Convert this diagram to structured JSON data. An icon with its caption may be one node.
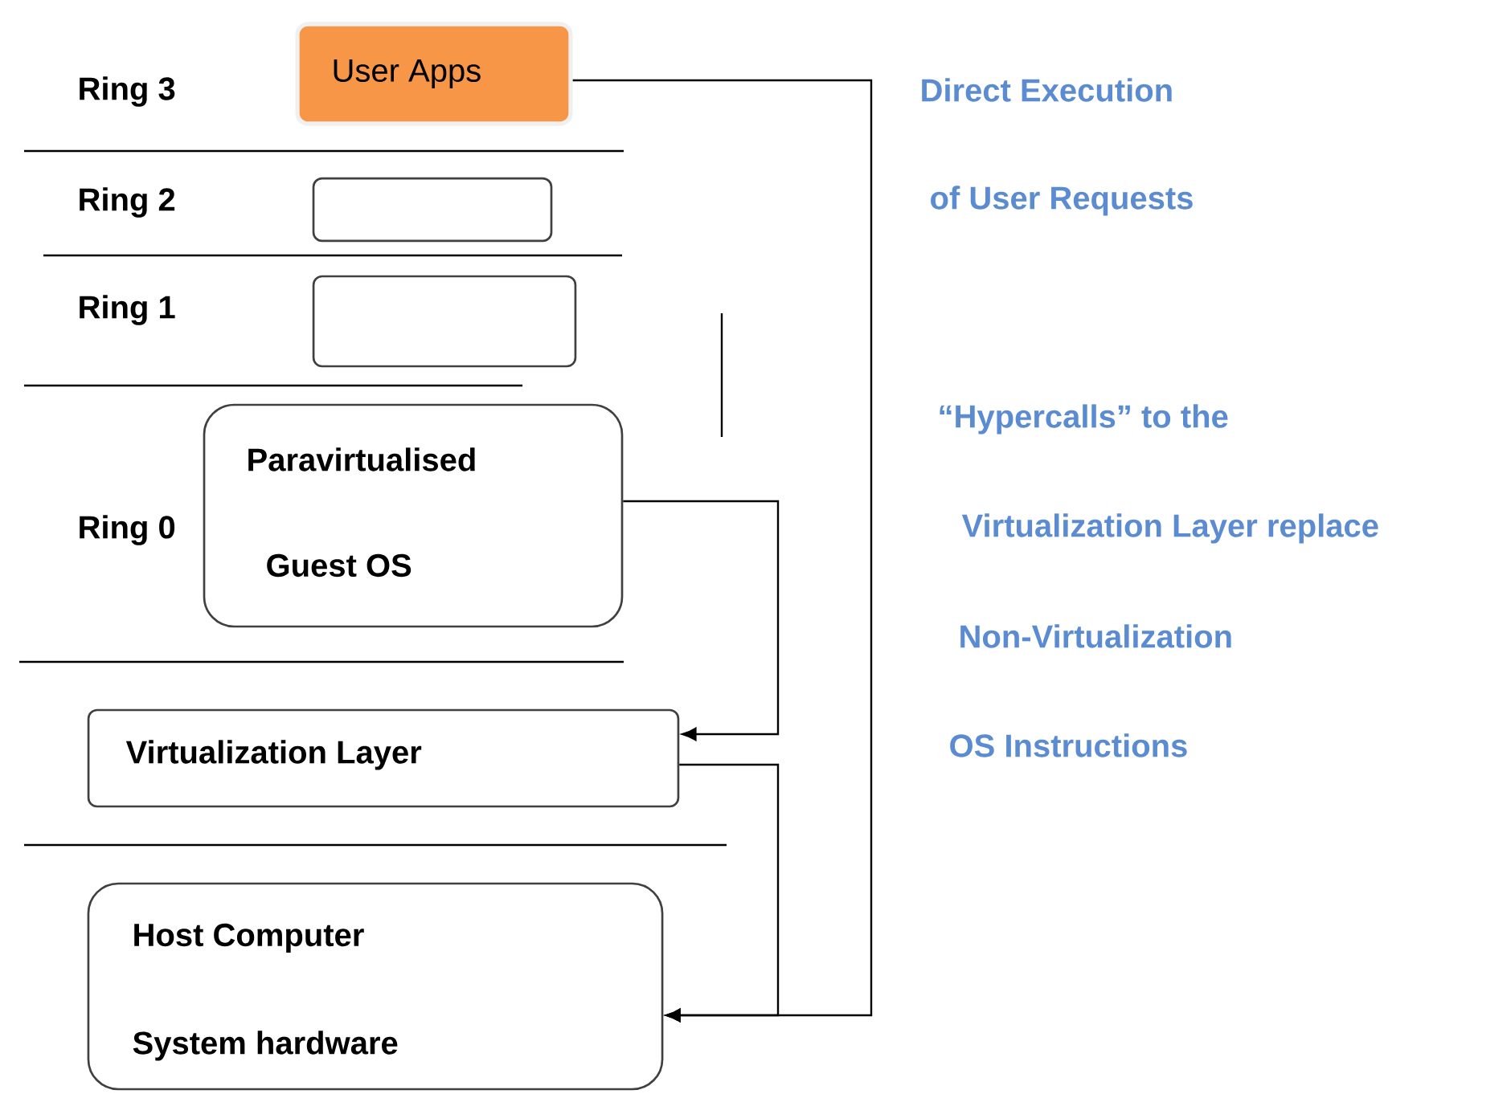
{
  "diagram": {
    "nodes": [
      {
        "text": [
          "User Apps"
        ]
      },
      {
        "text": [],
        "shape": "box"
      },
      {
        "text": [],
        "shape": "box"
      },
      {
        "text": [
          "Paravirtualised",
          "Guest OS"
        ]
      },
      {
        "text": [
          "Virtualization Layer"
        ]
      },
      {
        "text": [
          "Host Computer",
          "System hardware"
        ]
      }
    ],
    "edges": [
      {
        "from": 0,
        "to": 5,
        "arrow": "to"
      },
      {
        "from": 3,
        "to": 4,
        "arrow": "to"
      },
      {
        "from": 4,
        "to": 5,
        "arrow": "to"
      }
    ],
    "labels": [
      "Ring 3",
      "Direct Execution",
      "Ring 2",
      "of User Requests",
      "Ring 1",
      "“Hypercalls” to the",
      "Ring 0",
      "Virtualization Layer replace",
      "Non-Virtualization",
      "OS Instructions"
    ]
  }
}
